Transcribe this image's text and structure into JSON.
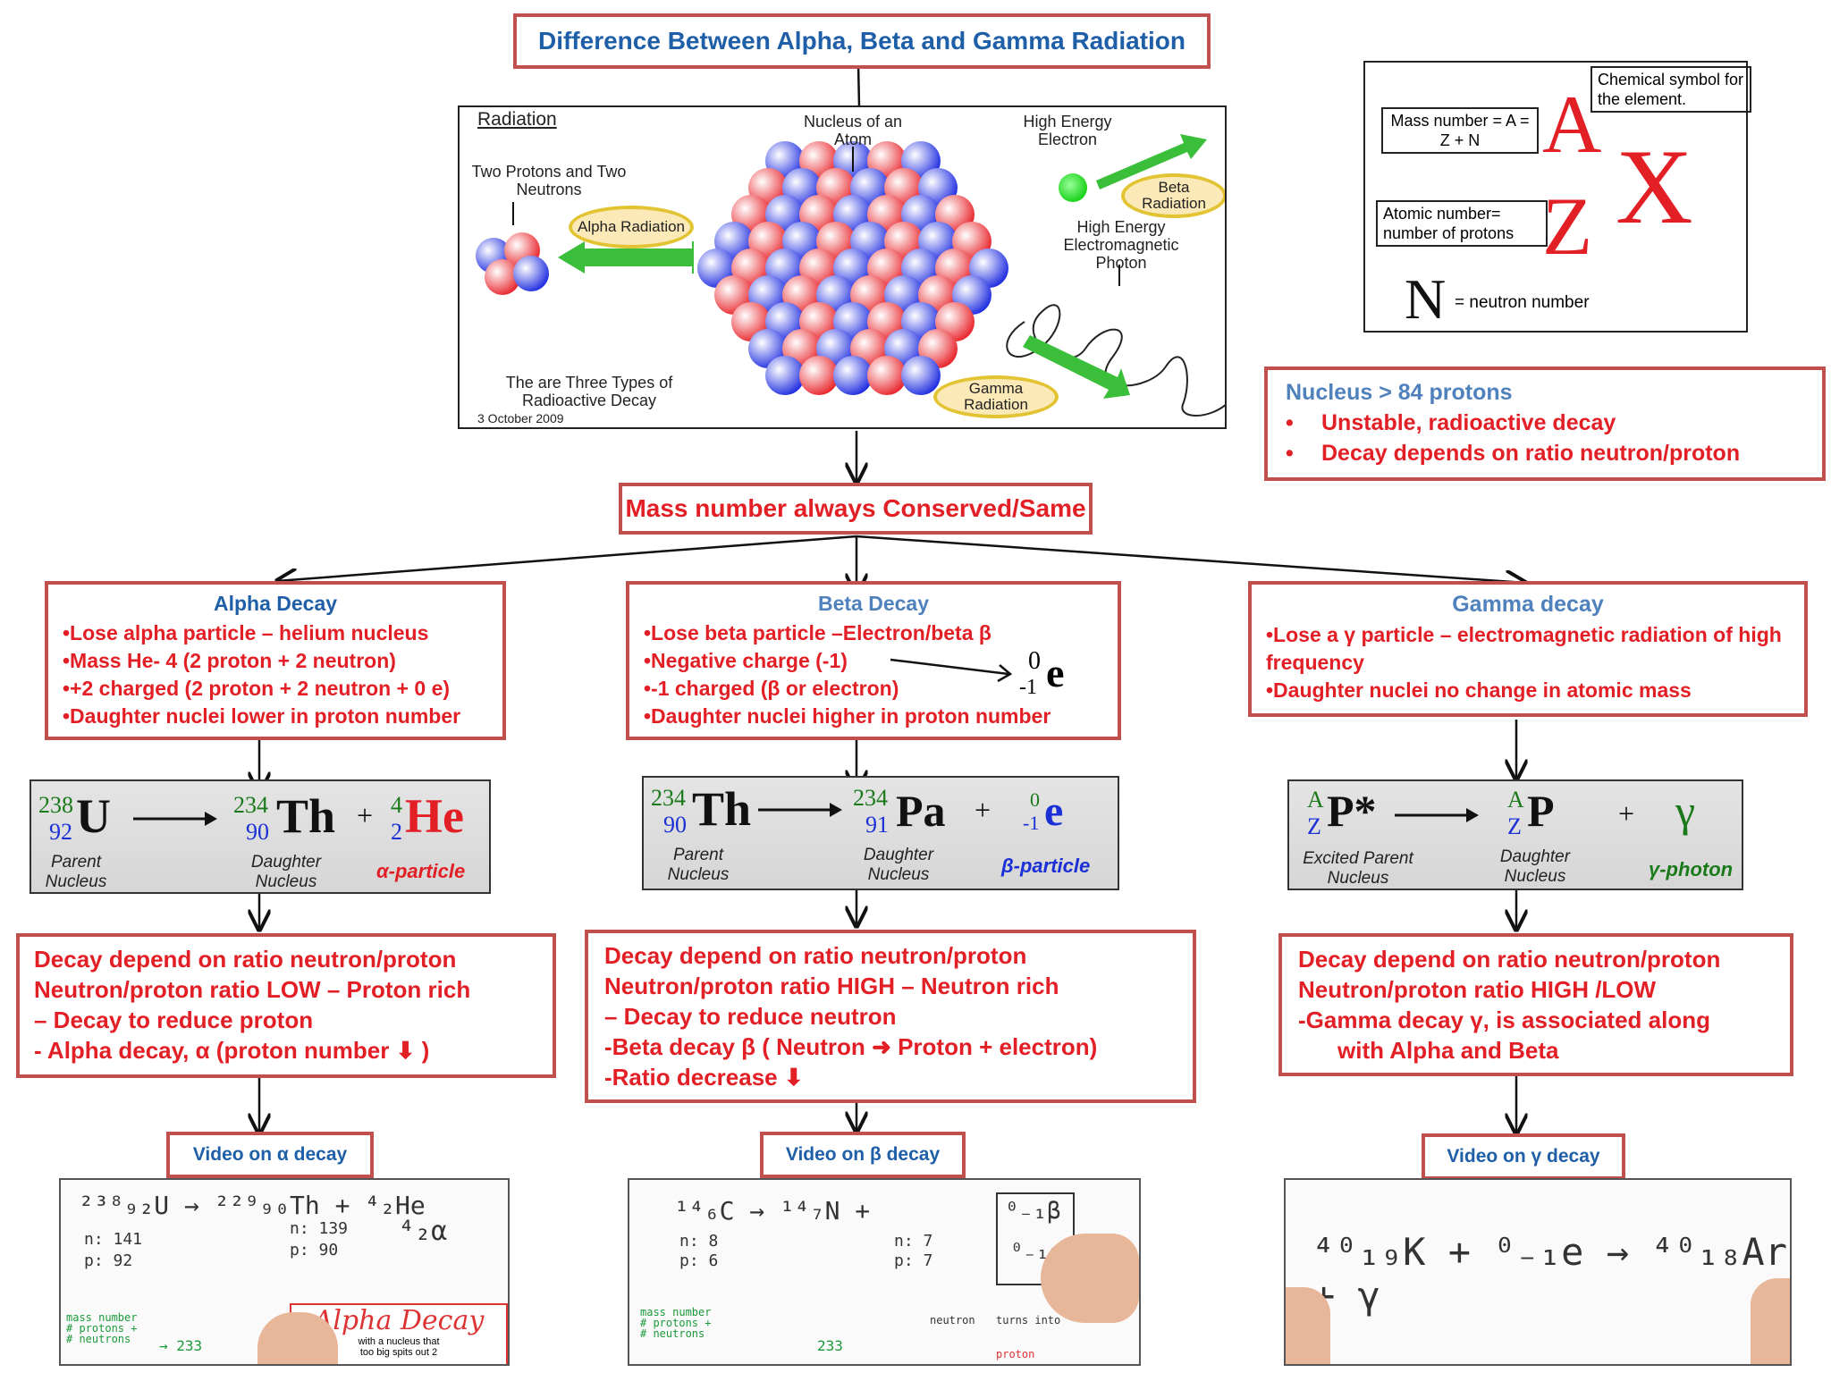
{
  "title": "Difference Between Alpha, Beta and Gamma Radiation",
  "radiation_image": {
    "heading": "Radiation",
    "nucleus_label": "Nucleus of an Atom",
    "electron_label": "High Energy Electron",
    "protons_label": "Two Protons and Two Neutrons",
    "alpha_oval": "Alpha Radiation",
    "beta_oval": "Beta Radiation",
    "photon_label": "High Energy Electromagnetic Photon",
    "gamma_oval": "Gamma Radiation",
    "caption": "The are Three Types of Radioactive Decay",
    "date": "3 October 2009"
  },
  "notation": {
    "mass_label": "Mass number = A = Z + N",
    "symbol_label": "Chemical symbol for the element.",
    "atomic_label": "Atomic number= number of protons",
    "A": "A",
    "X": "X",
    "Z": "Z",
    "N": "N",
    "neutron_label": "= neutron number"
  },
  "nucleus_box": {
    "heading": "Nucleus > 84 protons",
    "items": [
      "Unstable, radioactive decay",
      "Decay depends on ratio neutron/proton"
    ]
  },
  "conserved": "Mass number always Conserved/Same",
  "alpha": {
    "heading": "Alpha Decay",
    "items": [
      "•Lose  alpha particle – helium nucleus",
      "•Mass  He- 4 (2 proton + 2 neutron)",
      "•+2 charged (2 proton + 2 neutron + 0 e)",
      "•Daughter nuclei lower in proton number"
    ],
    "eq": {
      "p_mass": "238",
      "p_num": "92",
      "p_sym": "U",
      "d_mass": "234",
      "d_num": "90",
      "d_sym": "Th",
      "plus": "+",
      "x_mass": "4",
      "x_num": "2",
      "x_sym": "He",
      "parent_cap": "Parent\nNucleus",
      "daughter_cap": "Daughter\nNucleus",
      "particle": "α-particle"
    },
    "ratio": [
      "Decay depend on ratio neutron/proton",
      "Neutron/proton ratio LOW – Proton rich",
      "– Decay to reduce proton",
      "- Alpha decay, α (proton number",
      ")"
    ],
    "video": "Video on α decay"
  },
  "beta": {
    "heading": "Beta Decay",
    "items": [
      "•Lose beta particle –Electron/beta β",
      "•Negative charge (-1)",
      "•-1 charged (β or electron)",
      "•Daughter nuclei higher in proton number"
    ],
    "e_mass": "0",
    "e_num": "-1",
    "e_sym": "e",
    "eq": {
      "p_mass": "234",
      "p_num": "90",
      "p_sym": "Th",
      "d_mass": "234",
      "d_num": "91",
      "d_sym": "Pa",
      "plus": "+",
      "x_mass": "0",
      "x_num": "-1",
      "x_sym": "e",
      "parent_cap": "Parent\nNucleus",
      "daughter_cap": "Daughter\nNucleus",
      "particle": "β-particle"
    },
    "ratio": [
      "Decay depend on ratio neutron/proton",
      "Neutron/proton ratio HIGH – Neutron rich",
      "– Decay to reduce  neutron",
      "-Beta decay β ( Neutron",
      "Proton + electron)",
      "-Ratio decrease"
    ],
    "video": "Video on β decay"
  },
  "gamma": {
    "heading": "Gamma decay",
    "items": [
      "•Lose a γ particle – electromagnetic radiation of high frequency",
      "•Daughter nuclei no change in atomic mass"
    ],
    "eq": {
      "p_mass": "A",
      "p_num": "Z",
      "p_sym": "P*",
      "d_mass": "A",
      "d_num": "Z",
      "d_sym": "P",
      "plus": "+",
      "gamma_sym": "γ",
      "parent_cap": "Excited Parent\nNucleus",
      "daughter_cap": "Daughter\nNucleus",
      "particle": "γ-photon"
    },
    "ratio": [
      "Decay depend on ratio neutron/proton",
      "Neutron/proton ratio HIGH /LOW",
      "-Gamma decay γ, is associated along",
      "with Alpha and Beta"
    ],
    "video": "Video on γ decay"
  },
  "videos": {
    "alpha": {
      "line1": "²³⁸₉₂U  →  ²²⁹₉₀Th  +  ⁴₂He",
      "n": "n: 141",
      "p": "p: 92",
      "n2": "n: 139",
      "p2": "p: 90",
      "alpha": "⁴₂α",
      "mass": "mass number\n# protons +\n# neutrons",
      "val": "→ 233",
      "sign": "Alpha Decay",
      "sign_sub": "with a nucleus that\ntoo big spits out 2"
    },
    "beta": {
      "line1": "¹⁴₆C   →   ¹⁴₇N  +",
      "n": "n: 8",
      "p": "p: 6",
      "n2": "n: 7",
      "p2": "p: 7",
      "box1": "⁰₋₁β",
      "box2": "⁰₋₁e",
      "mass": "mass number\n# protons +\n# neutrons",
      "val": "233",
      "neutron": "neutron",
      "turns": "turns into",
      "proton": "proton"
    },
    "gamma": {
      "line1": "⁴⁰₁₉K + ⁰₋₁e → ⁴⁰₁₈Ar + γ"
    }
  }
}
